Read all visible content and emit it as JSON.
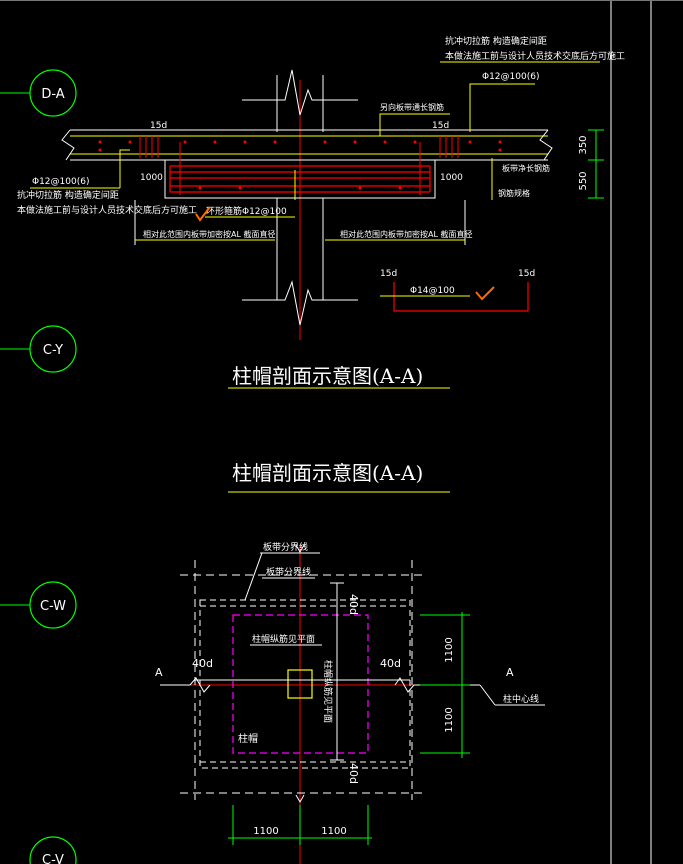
{
  "axes": [
    {
      "label": "D-A"
    },
    {
      "label": "C-Y"
    },
    {
      "label": "C-W"
    },
    {
      "label": "C-V"
    }
  ],
  "section": {
    "note_top_1": "抗冲切拉筋 构造确定间距",
    "note_top_2": "本做法施工前与设计人员技术交底后方可施工",
    "note_top_rebar": "Φ12@100(6)",
    "label_slab_top": "另向板带通长钢筋",
    "label_15d_left": "15d",
    "label_15d_right": "15d",
    "dim_350": "350",
    "dim_550": "550",
    "label_slab_bottom": "板带净长钢筋",
    "label_slab_band": "钢筋规格",
    "label_1000_left": "1000",
    "label_1000_right": "1000",
    "note_left_rebar": "Φ12@100(6)",
    "note_left_1": "抗冲切拉筋 构造确定间距",
    "note_left_2": "本做法施工前与设计人员技术交底后方可施工",
    "label_rebar_cap": "环形箍筋Φ12@100",
    "label_span_left": "相对此范围内板带加密按AL 截面直径",
    "label_span_right": "相对此范围内板带加密按AL 截面直径",
    "hook_15d_left": "15d",
    "hook_15d_right": "15d",
    "hook_rebar": "Φ14@100",
    "title_1": "柱帽剖面示意图(A-A)",
    "title_2": "柱帽剖面示意图(A-A)"
  },
  "plan": {
    "label_band_line_1": "板带分界线",
    "label_band_line_2": "板带分界线",
    "label_40d_top": "40d",
    "label_40d_left": "40d",
    "label_40d_right": "40d",
    "label_40d_bottom": "40d",
    "label_cap_plane": "柱帽纵筋见平面",
    "label_cap_vertical": "柱帽纵筋见平面",
    "label_cap": "柱帽",
    "label_A_left": "A",
    "label_A_right": "A",
    "label_center": "柱中心线",
    "dim_1100_right_top": "1100",
    "dim_1100_right_bottom": "1100",
    "dim_1100_bottom_left": "1100",
    "dim_1100_bottom_right": "1100"
  },
  "colors": {
    "background": "#000000",
    "white": "#ffffff",
    "yellow": "#ffff00",
    "red": "#ff0000",
    "green": "#00ff00",
    "cyan": "#00ffff",
    "magenta": "#ff00ff",
    "orange": "#ff6a00"
  }
}
